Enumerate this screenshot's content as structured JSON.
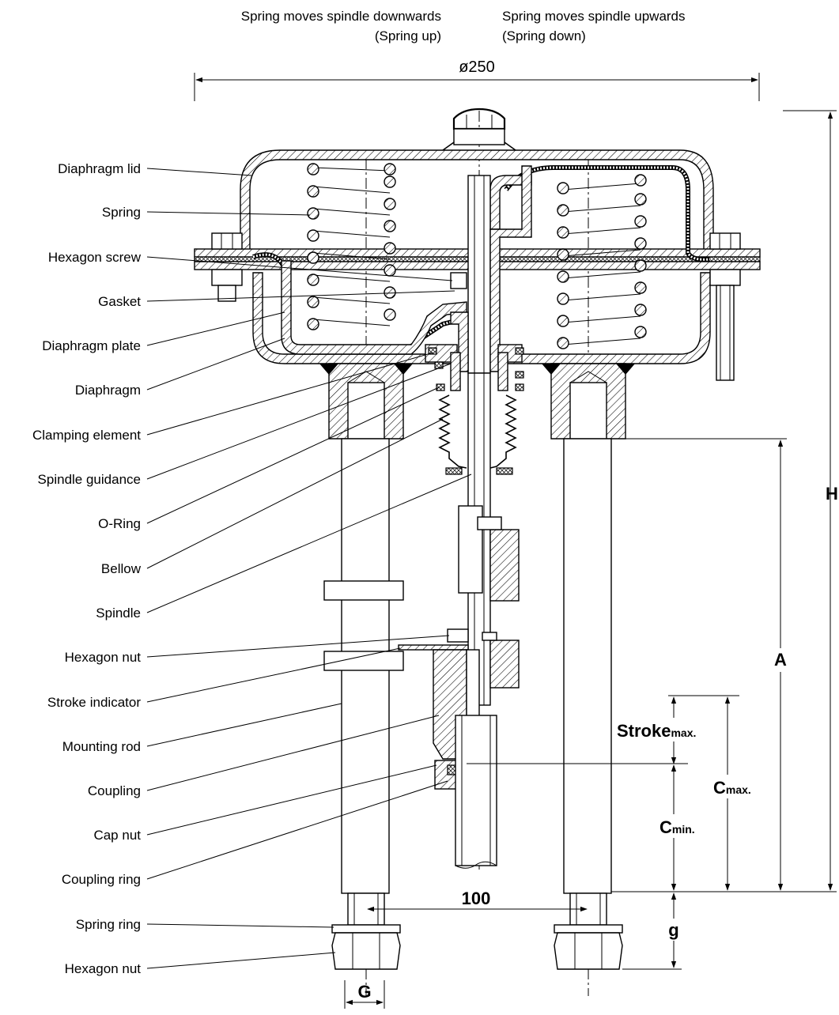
{
  "header": {
    "left_line1": "Spring moves spindle downwards",
    "left_line2": "(Spring up)",
    "right_line1": "Spring moves spindle upwards",
    "right_line2": "(Spring down)"
  },
  "dimensions": {
    "diameter": "ø250",
    "height": "H",
    "a": "A",
    "stroke_main": "Stroke",
    "stroke_sub": "max.",
    "cmax_main": "C",
    "cmax_sub": "max.",
    "cmin_main": "C",
    "cmin_sub": "min.",
    "rod_spacing": "100",
    "g_small": "g",
    "g_thread": "G"
  },
  "parts": [
    "Diaphragm lid",
    "Spring",
    "Hexagon screw",
    "Gasket",
    "Diaphragm plate",
    "Diaphragm",
    "Clamping element",
    "Spindle guidance",
    "O-Ring",
    "Bellow",
    "Spindle",
    "Hexagon nut",
    "Stroke indicator",
    "Mounting rod",
    "Coupling",
    "Cap nut",
    "Coupling ring",
    "Spring ring",
    "Hexagon nut"
  ],
  "colors": {
    "line": "#000000",
    "background": "#ffffff"
  }
}
